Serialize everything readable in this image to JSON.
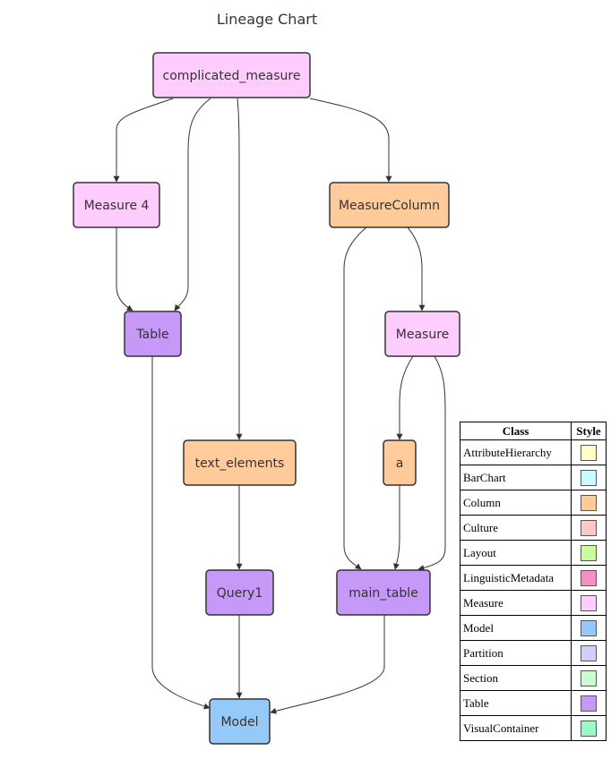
{
  "title": "Lineage Chart",
  "nodes": [
    {
      "id": "complicated_measure",
      "label": "complicated_measure",
      "class": "Measure"
    },
    {
      "id": "measure4",
      "label": "Measure 4",
      "class": "Measure"
    },
    {
      "id": "measurecolumn",
      "label": "MeasureColumn",
      "class": "Column"
    },
    {
      "id": "table",
      "label": "Table",
      "class": "Table"
    },
    {
      "id": "measure",
      "label": "Measure",
      "class": "Measure"
    },
    {
      "id": "text_elements",
      "label": "text_elements",
      "class": "Column"
    },
    {
      "id": "a",
      "label": "a",
      "class": "Column"
    },
    {
      "id": "query1",
      "label": "Query1",
      "class": "Table"
    },
    {
      "id": "main_table",
      "label": "main_table",
      "class": "Table"
    },
    {
      "id": "model",
      "label": "Model",
      "class": "Model"
    }
  ],
  "edges": [
    {
      "from": "complicated_measure",
      "to": "measure4"
    },
    {
      "from": "complicated_measure",
      "to": "table"
    },
    {
      "from": "complicated_measure",
      "to": "text_elements"
    },
    {
      "from": "complicated_measure",
      "to": "measurecolumn"
    },
    {
      "from": "measure4",
      "to": "table"
    },
    {
      "from": "measurecolumn",
      "to": "main_table"
    },
    {
      "from": "measurecolumn",
      "to": "measure"
    },
    {
      "from": "measure",
      "to": "a"
    },
    {
      "from": "measure",
      "to": "main_table"
    },
    {
      "from": "a",
      "to": "main_table"
    },
    {
      "from": "text_elements",
      "to": "query1"
    },
    {
      "from": "table",
      "to": "model"
    },
    {
      "from": "query1",
      "to": "model"
    },
    {
      "from": "main_table",
      "to": "model"
    }
  ],
  "legend": {
    "headers": {
      "class": "Class",
      "style": "Style"
    },
    "rows": [
      {
        "name": "AttributeHierarchy",
        "color": "#ffffc5"
      },
      {
        "name": "BarChart",
        "color": "#c8fcff"
      },
      {
        "name": "Column",
        "color": "#ffcb9b"
      },
      {
        "name": "Culture",
        "color": "#ffc8c8"
      },
      {
        "name": "Layout",
        "color": "#ccfb9b"
      },
      {
        "name": "LinguisticMetadata",
        "color": "#f690c2"
      },
      {
        "name": "Measure",
        "color": "#ffccfe"
      },
      {
        "name": "Model",
        "color": "#95c9f9"
      },
      {
        "name": "Partition",
        "color": "#d0cffa"
      },
      {
        "name": "Section",
        "color": "#cbfccd"
      },
      {
        "name": "Table",
        "color": "#c698f8"
      },
      {
        "name": "VisualContainer",
        "color": "#9bf8c7"
      }
    ]
  }
}
